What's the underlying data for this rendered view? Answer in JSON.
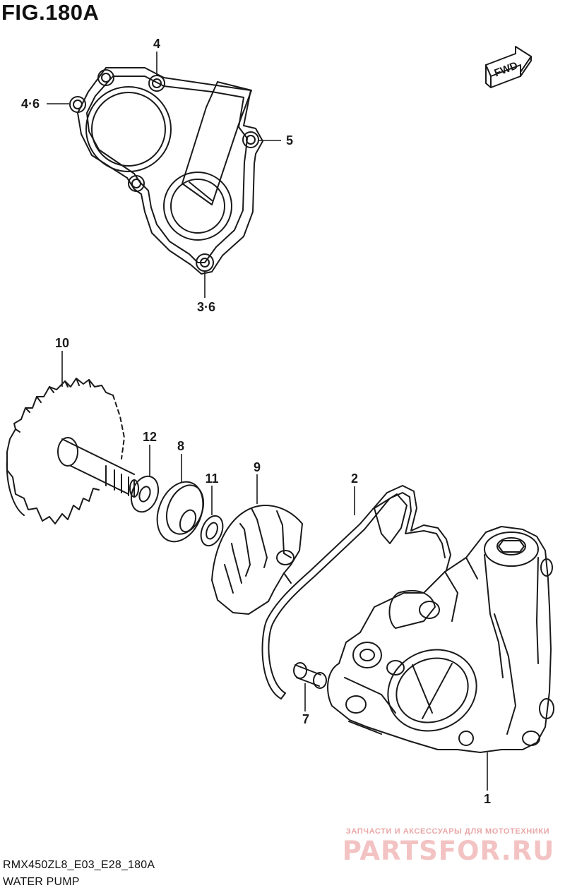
{
  "figure": {
    "title": "FIG.180A"
  },
  "direction_badge": {
    "label": "FWD"
  },
  "callouts": [
    {
      "key": "c4",
      "label": "4"
    },
    {
      "key": "c46",
      "label": "4·6"
    },
    {
      "key": "c5",
      "label": "5"
    },
    {
      "key": "c36",
      "label": "3·6"
    },
    {
      "key": "c10",
      "label": "10"
    },
    {
      "key": "c12",
      "label": "12"
    },
    {
      "key": "c8",
      "label": "8"
    },
    {
      "key": "c11",
      "label": "11"
    },
    {
      "key": "c9",
      "label": "9"
    },
    {
      "key": "c2",
      "label": "2"
    },
    {
      "key": "c7",
      "label": "7"
    },
    {
      "key": "c1",
      "label": "1"
    }
  ],
  "footer": {
    "model_code": "RMX450ZL8_E03_E28_180A",
    "section_name": "WATER PUMP"
  },
  "watermark": {
    "tagline": "ЗАПЧАСТИ И АКСЕССУАРЫ ДЛЯ МОТОТЕХНИКИ",
    "brand": "PARTSFOR.RU"
  }
}
